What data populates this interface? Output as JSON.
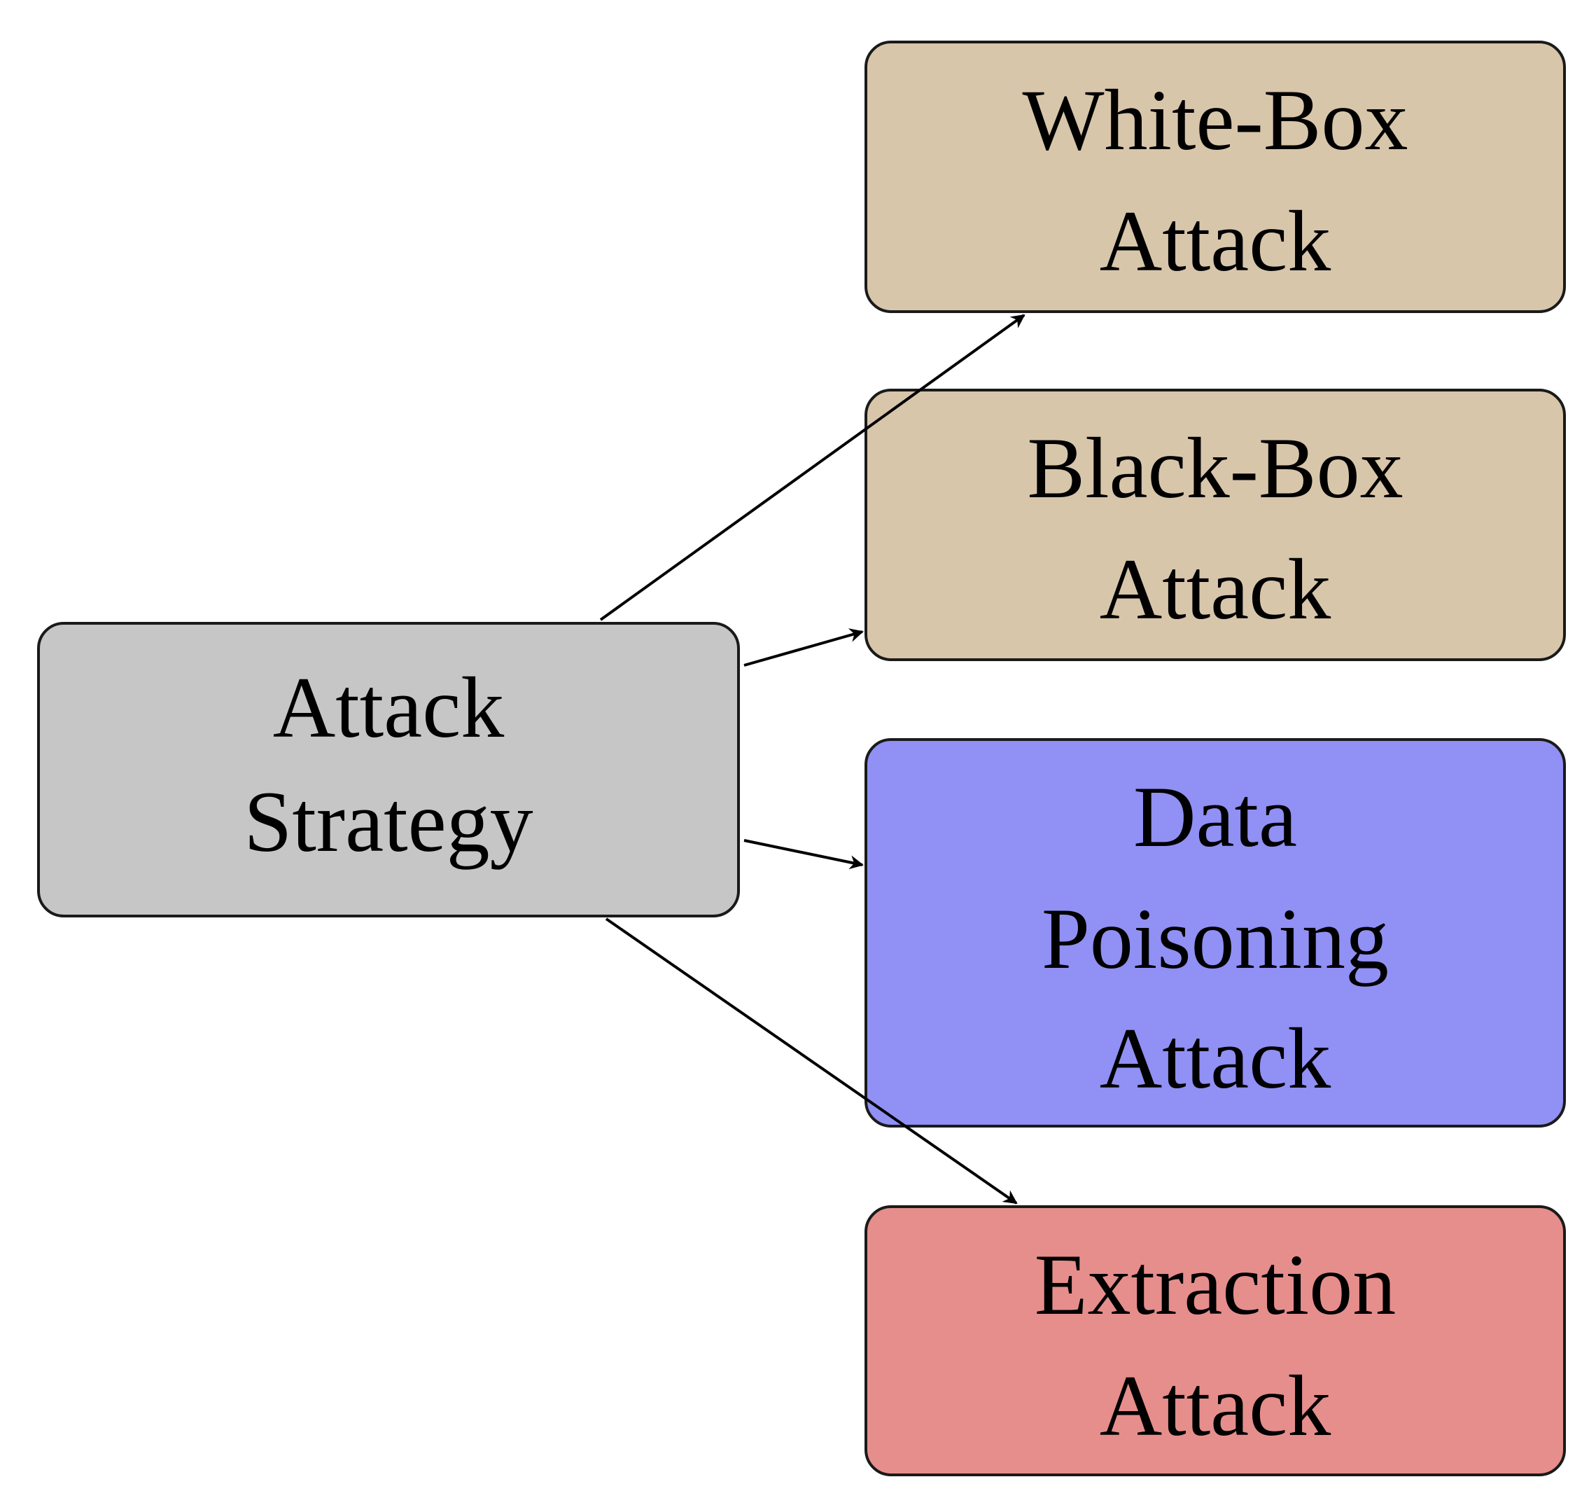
{
  "colors": {
    "root": "#c6c6c6",
    "white_box": "#d8c6ab",
    "black_box": "#d8c6ab",
    "data_poisoning": "#9090f5",
    "extraction": "#e68e8c",
    "edge": "#000000"
  },
  "nodes": {
    "root": {
      "lines": [
        "Attack",
        "Strategy"
      ]
    },
    "white_box": {
      "lines": [
        "White-Box",
        "Attack"
      ]
    },
    "black_box": {
      "lines": [
        "Black-Box",
        "Attack"
      ]
    },
    "data_poisoning": {
      "lines": [
        "Data",
        "Poisoning",
        "Attack"
      ]
    },
    "extraction": {
      "lines": [
        "Extraction",
        "Attack"
      ]
    }
  },
  "edges": [
    {
      "from": "root",
      "to": "white_box"
    },
    {
      "from": "root",
      "to": "black_box"
    },
    {
      "from": "root",
      "to": "data_poisoning"
    },
    {
      "from": "root",
      "to": "extraction"
    }
  ]
}
